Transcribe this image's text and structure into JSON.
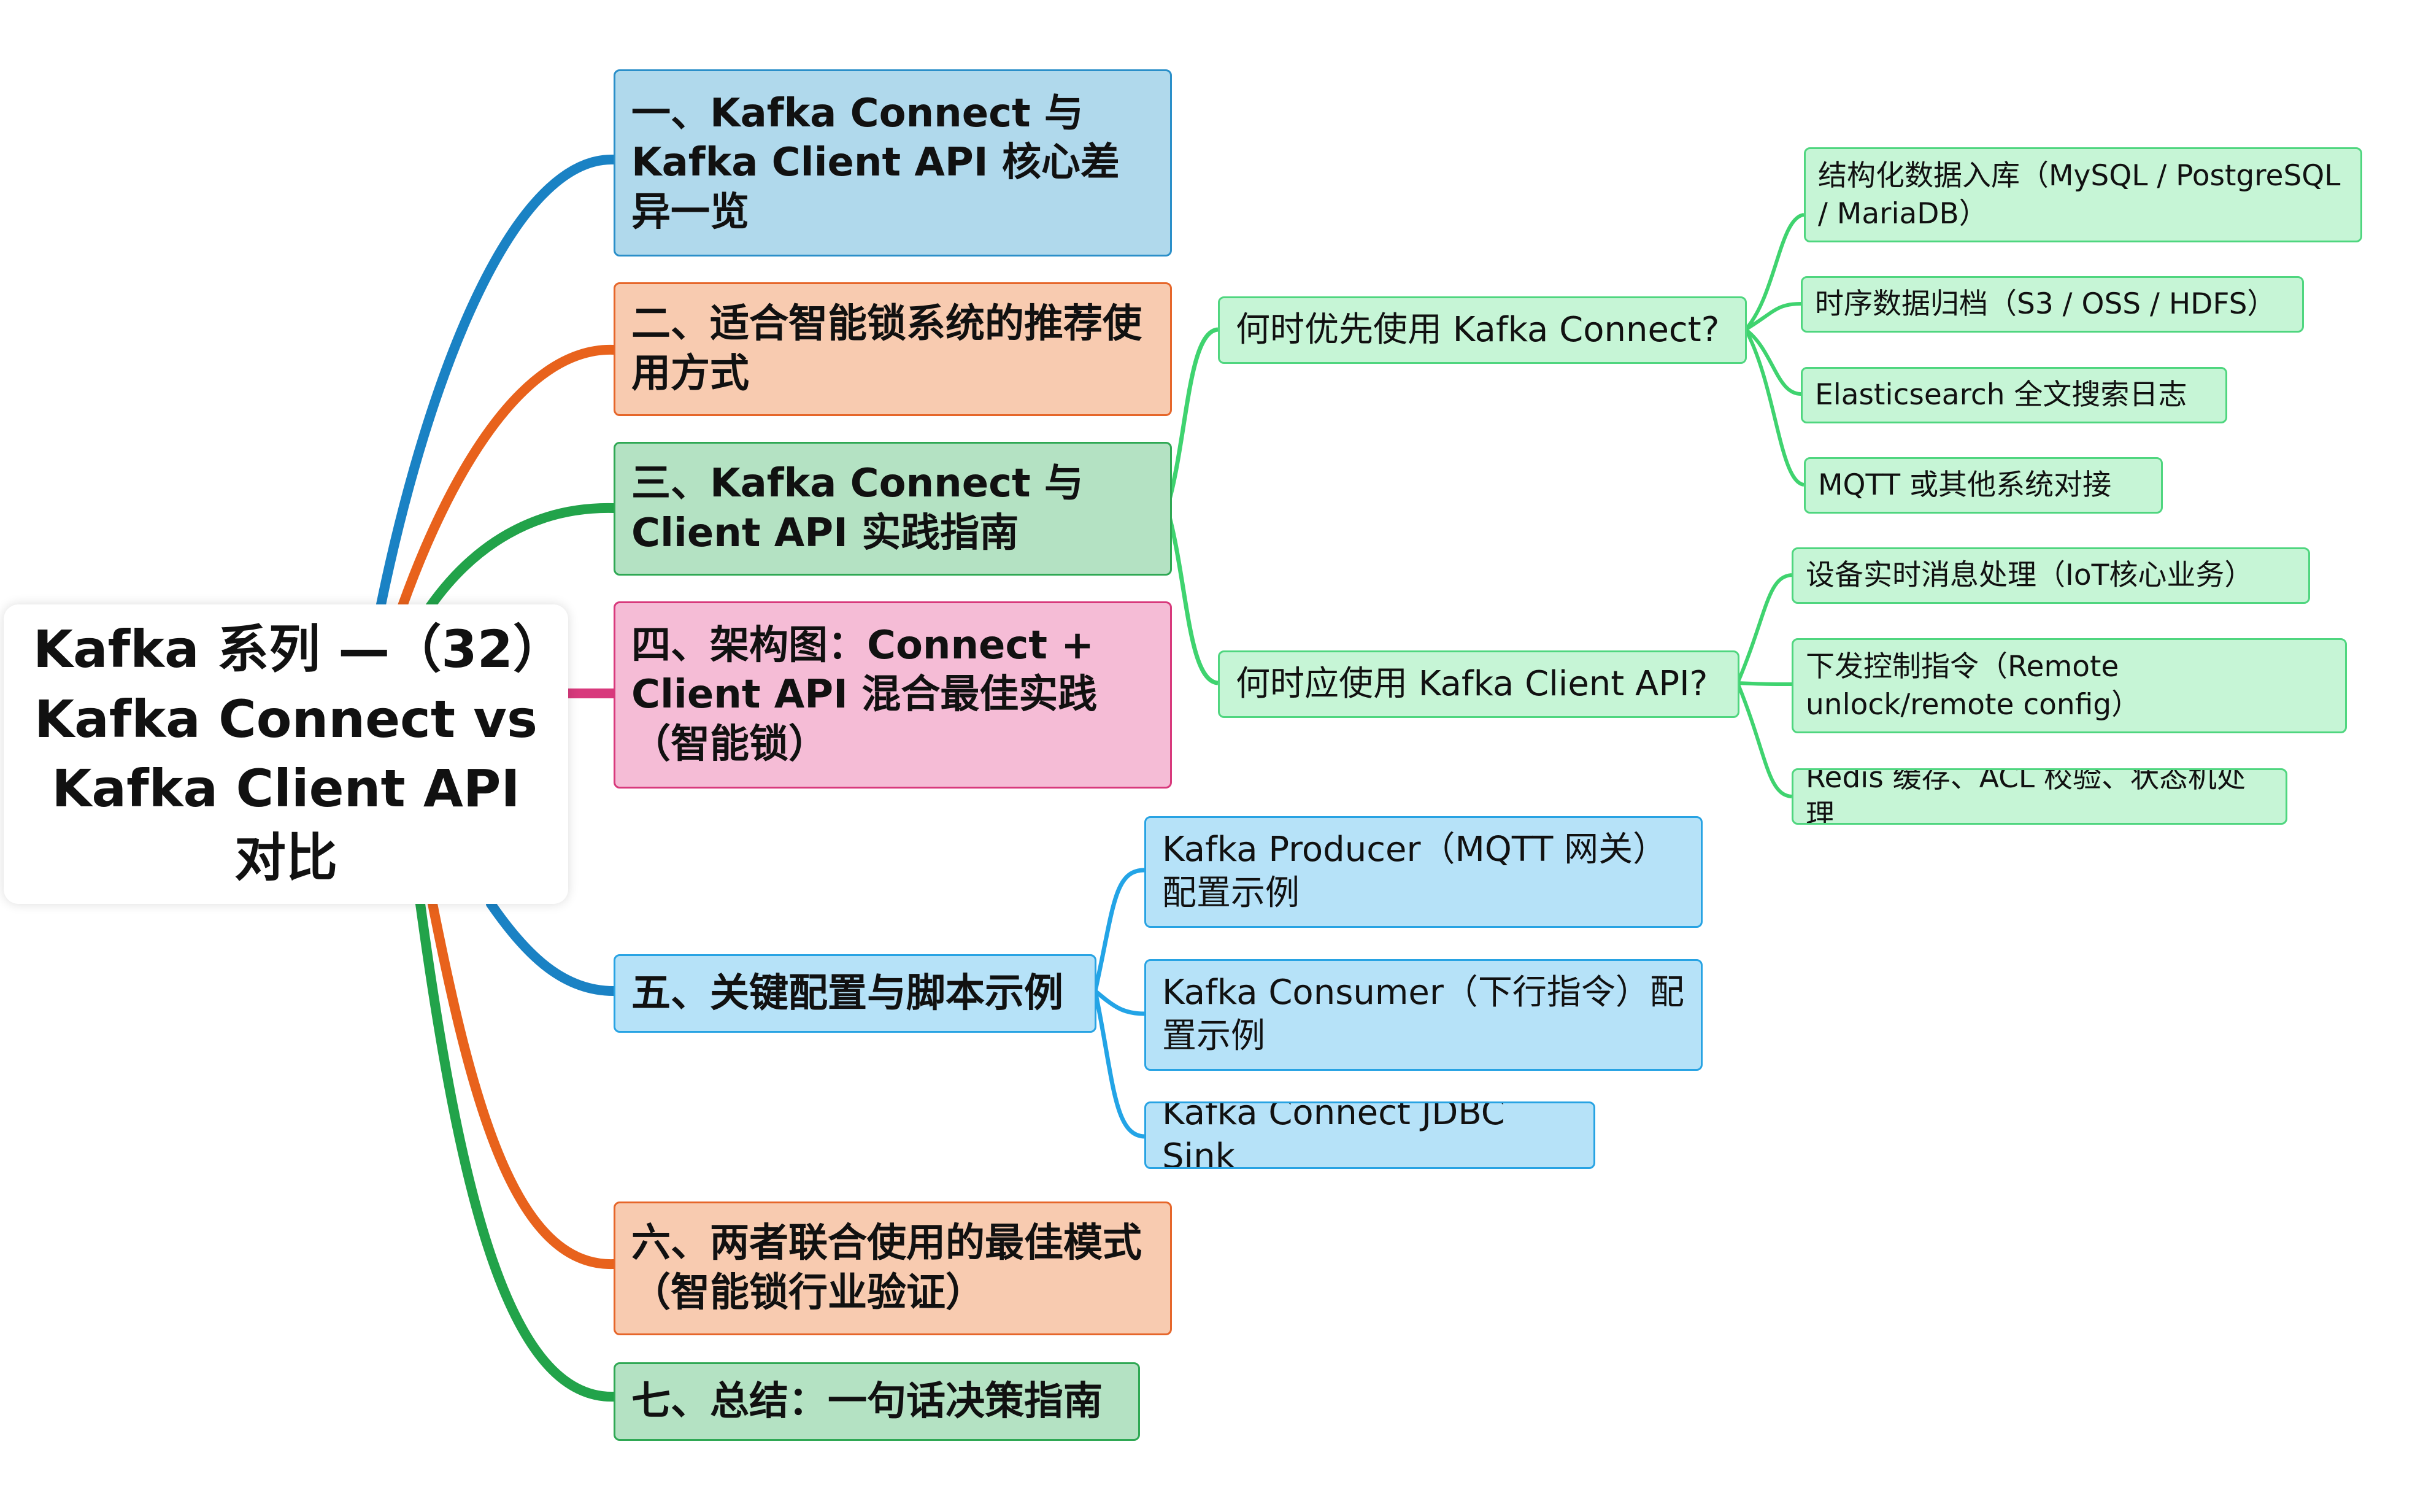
{
  "root": {
    "title": "Kafka 系列 —（32）Kafka Connect vs Kafka Client API 对比"
  },
  "colors": {
    "blue": "#1a82c4",
    "orange": "#e8621c",
    "green": "#22a34a",
    "pink": "#d8397c",
    "light_green": "#3fd36f",
    "light_blue": "#23a4e6"
  },
  "sections": [
    {
      "label": "一、Kafka Connect 与 Kafka Client API 核心差异一览"
    },
    {
      "label": "二、适合智能锁系统的推荐使用方式"
    },
    {
      "label": "三、Kafka Connect 与 Client API 实践指南",
      "children": [
        {
          "label": "何时优先使用 Kafka Connect?",
          "children": [
            {
              "label": "结构化数据入库（MySQL / PostgreSQL / MariaDB）"
            },
            {
              "label": "时序数据归档（S3 / OSS / HDFS）"
            },
            {
              "label": "Elasticsearch 全文搜索日志"
            },
            {
              "label": "MQTT 或其他系统对接"
            }
          ]
        },
        {
          "label": "何时应使用 Kafka Client API?",
          "children": [
            {
              "label": "设备实时消息处理（IoT核心业务）"
            },
            {
              "label": "下发控制指令（Remote unlock/remote config）"
            },
            {
              "label": "Redis 缓存、ACL 校验、状态机处理"
            }
          ]
        }
      ]
    },
    {
      "label": "四、架构图：Connect + Client API 混合最佳实践（智能锁）"
    },
    {
      "label": "五、关键配置与脚本示例",
      "children": [
        {
          "label": "Kafka Producer（MQTT 网关）配置示例"
        },
        {
          "label": "Kafka Consumer（下行指令）配置示例"
        },
        {
          "label": "Kafka Connect JDBC Sink"
        }
      ]
    },
    {
      "label": "六、两者联合使用的最佳模式（智能锁行业验证）"
    },
    {
      "label": "七、总结：一句话决策指南"
    }
  ]
}
